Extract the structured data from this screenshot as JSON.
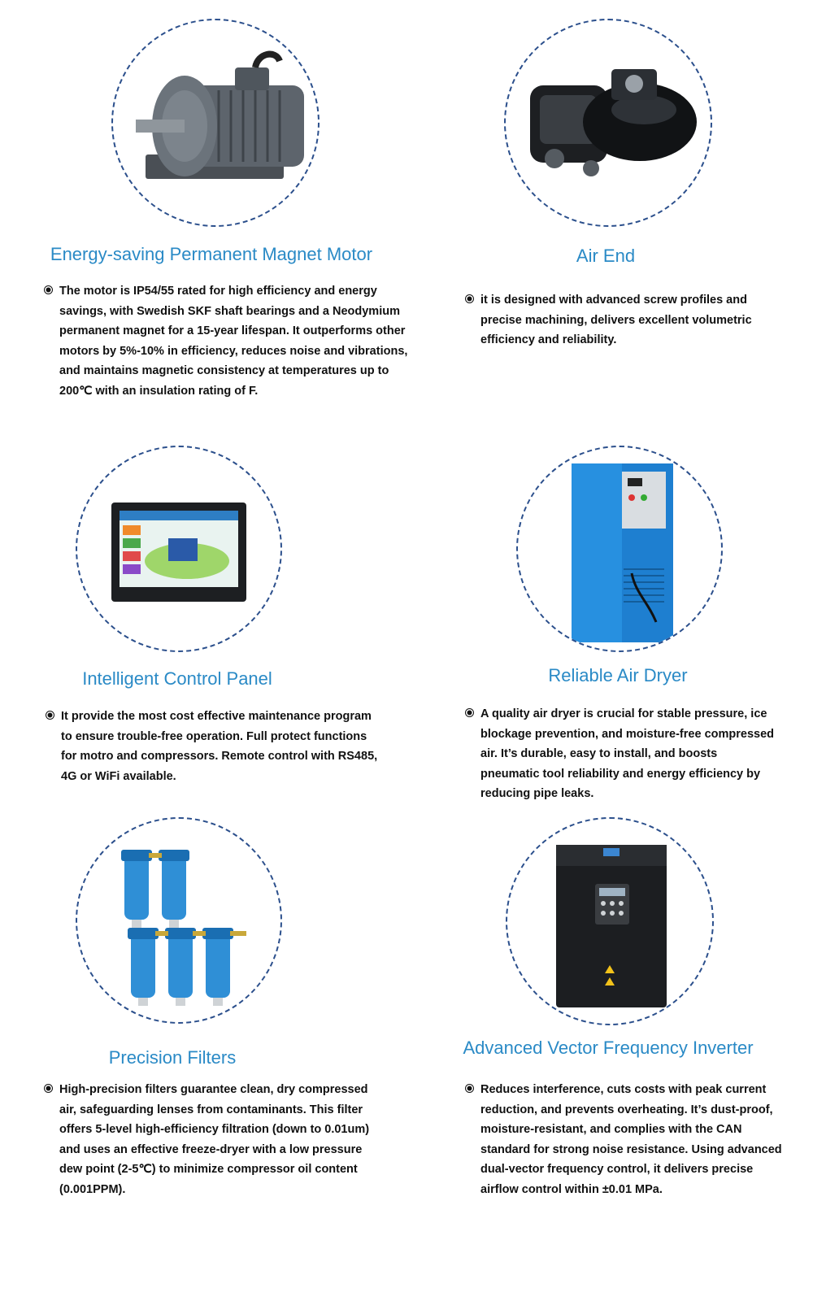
{
  "features": [
    {
      "title": "Energy-saving Permanent Magnet Motor",
      "image_icon": "electric-motor-icon",
      "text": "The motor is IP54/55 rated for high efficiency and energy savings, with Swedish SKF shaft bearings and a Neodymium permanent magnet for a 15-year lifespan. It outperforms other motors by 5%-10% in efficiency, reduces noise and vibrations, and maintains magnetic consistency at temperatures up to 200℃ with an insulation rating of F."
    },
    {
      "title": "Air End",
      "image_icon": "screw-air-end-icon",
      "text": "it is designed with advanced screw profiles and precise machining, delivers excellent volumetric efficiency and reliability."
    },
    {
      "title": "Intelligent Control Panel",
      "image_icon": "touchscreen-panel-icon",
      "text": "It provide the most cost effective maintenance program to ensure trouble-free operation. Full protect functions for motro and compressors. Remote control with RS485, 4G or WiFi available."
    },
    {
      "title": "Reliable Air Dryer",
      "image_icon": "air-dryer-cabinet-icon",
      "text": "A quality air dryer is crucial for stable pressure, ice blockage prevention, and moisture-free compressed air. It’s durable, easy to install, and boosts pneumatic tool reliability and energy efficiency by reducing pipe leaks."
    },
    {
      "title": "Precision Filters",
      "image_icon": "precision-filters-icon",
      "text": "High-precision filters guarantee clean, dry compressed air, safeguarding lenses from contaminants. This filter offers 5-level high-efficiency filtration (down to 0.01um) and uses an effective freeze-dryer with a low pressure dew point (2-5℃) to minimize compressor oil content (0.001PPM)."
    },
    {
      "title": "Advanced Vector Frequency Inverter",
      "image_icon": "frequency-inverter-icon",
      "text": "Reduces interference, cuts costs with peak current reduction, and prevents overheating. It’s dust-proof, moisture-resistant, and complies with the CAN standard for strong noise resistance. Using advanced dual-vector frequency control, it delivers precise airflow control within ±0.01 MPa."
    }
  ],
  "colors": {
    "title": "#2a8ac6",
    "circle_border": "#2b4f8c",
    "text": "#111111"
  }
}
